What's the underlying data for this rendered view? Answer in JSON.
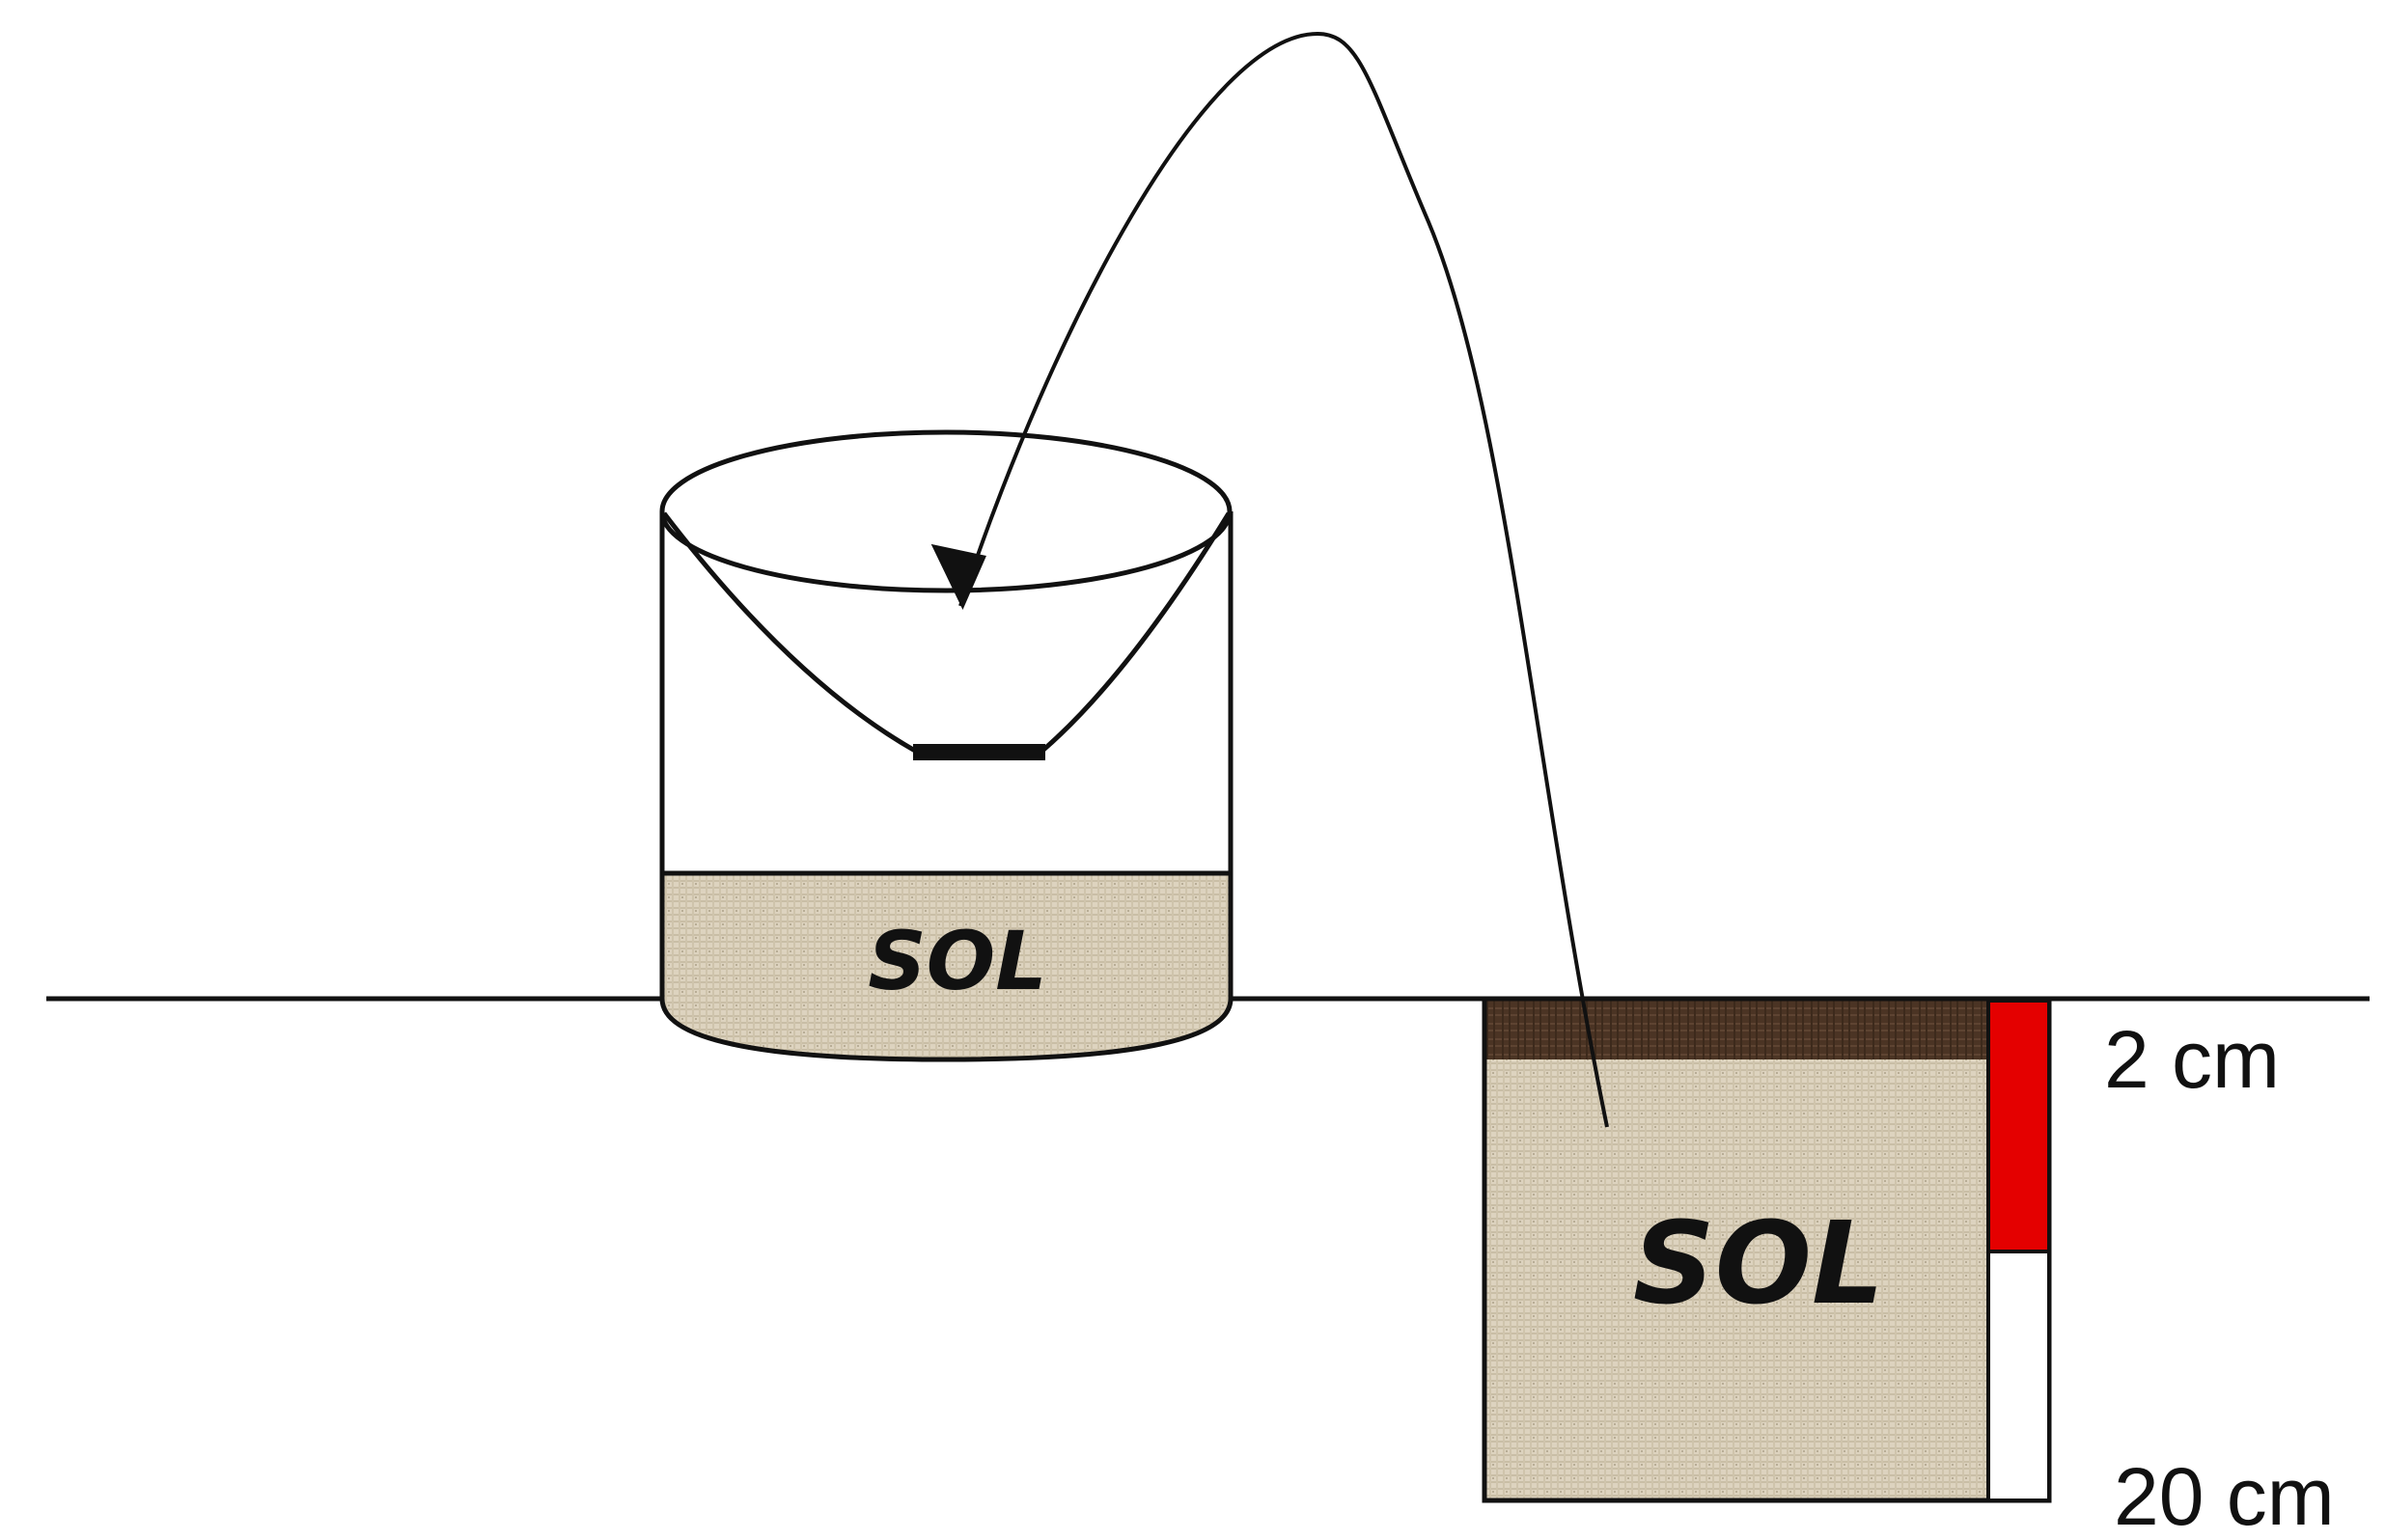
{
  "labels": {
    "soil_in_bucket": "SOL",
    "soil_in_pit": "SOL",
    "depth_top": "2 cm",
    "depth_bottom": "20 cm"
  },
  "colors": {
    "soil_fill": "#ddd3bf",
    "topsoil": "#4b3424",
    "marker_red": "#e40000",
    "outline": "#111111"
  },
  "depth_marker": {
    "red_section": "0-2 cm",
    "white_section": "2-20 cm"
  }
}
